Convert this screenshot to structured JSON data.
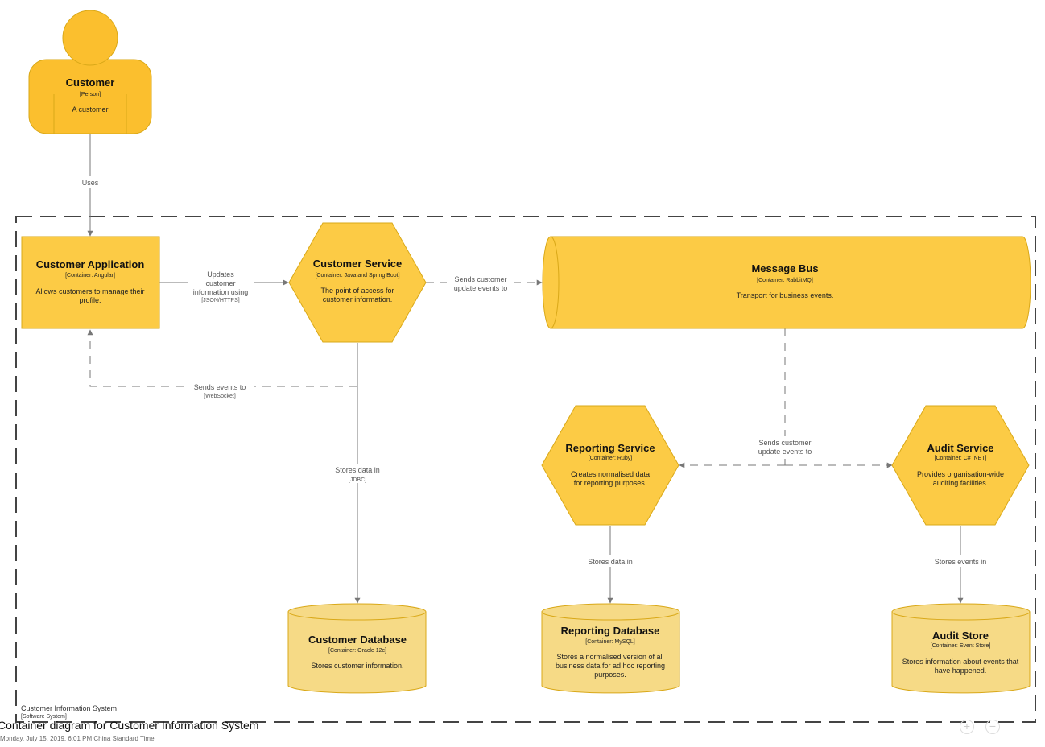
{
  "diagram": {
    "title": "Container diagram for Customer Information System",
    "date": "Monday, July 15, 2019, 6:01 PM China Standard Time",
    "boundary": {
      "name": "Customer Information System",
      "type": "[Software System]"
    },
    "colors": {
      "person": "#fbbf2e",
      "container": "#fccb45",
      "database": "#f6da86",
      "stroke": "#d9a818",
      "boundary": "#444444",
      "edge": "#777777"
    },
    "nodes": {
      "customer": {
        "title": "Customer",
        "tech": "[Person]",
        "desc": [
          "A customer"
        ]
      },
      "customer_application": {
        "title": "Customer Application",
        "tech": "[Container: Angular]",
        "desc": [
          "Allows customers to manage their",
          "profile."
        ]
      },
      "customer_service": {
        "title": "Customer Service",
        "tech": "[Container: Java and Spring Boot]",
        "desc": [
          "The point of access for",
          "customer information."
        ]
      },
      "message_bus": {
        "title": "Message Bus",
        "tech": "[Container: RabbitMQ]",
        "desc": [
          "Transport for business events."
        ]
      },
      "reporting_service": {
        "title": "Reporting Service",
        "tech": "[Container: Ruby]",
        "desc": [
          "Creates normalised data",
          "for reporting purposes."
        ]
      },
      "audit_service": {
        "title": "Audit Service",
        "tech": "[Container: C# .NET]",
        "desc": [
          "Provides organisation-wide",
          "auditing facilities."
        ]
      },
      "customer_database": {
        "title": "Customer Database",
        "tech": "[Container: Oracle 12c]",
        "desc": [
          "Stores customer information."
        ]
      },
      "reporting_database": {
        "title": "Reporting Database",
        "tech": "[Container: MySQL]",
        "desc": [
          "Stores a normalised version of all",
          "business data for ad hoc reporting",
          "purposes."
        ]
      },
      "audit_store": {
        "title": "Audit Store",
        "tech": "[Container: Event Store]",
        "desc": [
          "Stores information about events that",
          "have happened."
        ]
      }
    },
    "edges": {
      "uses": {
        "label": [
          "Uses"
        ],
        "tech": ""
      },
      "updates": {
        "label": [
          "Updates",
          "customer",
          "information using"
        ],
        "tech": "[JSON/HTTPS]"
      },
      "sends_events": {
        "label": [
          "Sends events to"
        ],
        "tech": "[WebSocket]"
      },
      "publishes": {
        "label": [
          "Sends customer",
          "update events to"
        ],
        "tech": ""
      },
      "stores_customer": {
        "label": [
          "Stores data in"
        ],
        "tech": "[JDBC]"
      },
      "bus_to_services": {
        "label": [
          "Sends customer",
          "update events to"
        ],
        "tech": ""
      },
      "stores_reporting": {
        "label": [
          "Stores data in"
        ],
        "tech": ""
      },
      "stores_audit": {
        "label": [
          "Stores events in"
        ],
        "tech": ""
      }
    }
  },
  "controls": {
    "zoom_in_icon": "zoom-in-icon",
    "zoom_out_icon": "zoom-out-icon"
  }
}
